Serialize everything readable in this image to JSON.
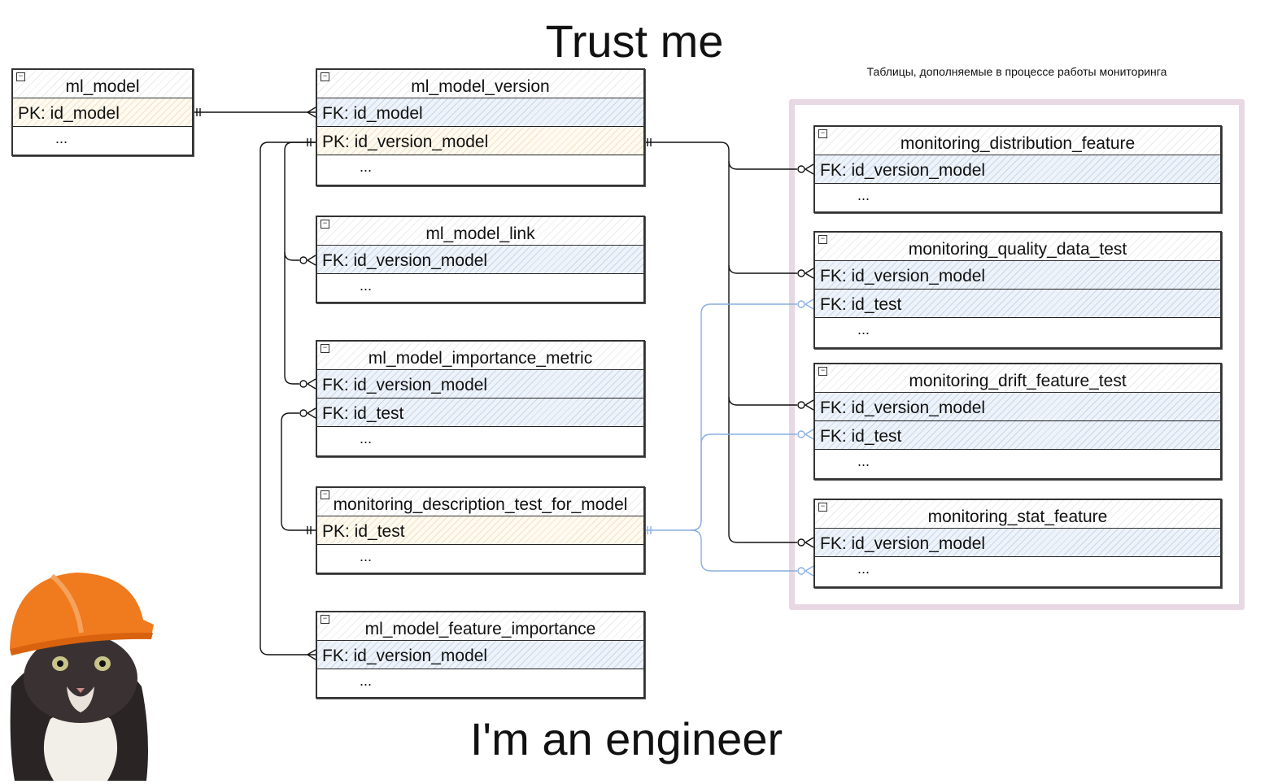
{
  "top_title": "Trust me",
  "bottom_title": "I'm an engineer",
  "group_caption": "Таблицы, дополняемые в процессе работы мониторинга",
  "collapse_glyph": "−",
  "tables": {
    "ml_model": {
      "name": "ml_model",
      "rows": [
        "PK: id_model",
        "..."
      ]
    },
    "ml_model_version": {
      "name": "ml_model_version",
      "rows": [
        "FK: id_model",
        "PK: id_version_model",
        "..."
      ]
    },
    "ml_model_link": {
      "name": "ml_model_link",
      "rows": [
        "FK: id_version_model",
        "..."
      ]
    },
    "ml_model_importance_metric": {
      "name": "ml_model_importance_metric",
      "rows": [
        "FK: id_version_model",
        "FK: id_test",
        "..."
      ]
    },
    "monitoring_description_test_for_model": {
      "name": "monitoring_description_test_for_model",
      "rows": [
        "PK: id_test",
        "..."
      ]
    },
    "ml_model_feature_importance": {
      "name": "ml_model_feature_importance",
      "rows": [
        "FK: id_version_model",
        "..."
      ]
    },
    "monitoring_distribution_feature": {
      "name": "monitoring_distribution_feature",
      "rows": [
        "FK: id_version_model",
        "..."
      ]
    },
    "monitoring_quality_data_test": {
      "name": "monitoring_quality_data_test",
      "rows": [
        "FK: id_version_model",
        "FK: id_test",
        "..."
      ]
    },
    "monitoring_drift_feature_test": {
      "name": "monitoring_drift_feature_test",
      "rows": [
        "FK: id_version_model",
        "FK: id_test",
        "..."
      ]
    },
    "monitoring_stat_feature": {
      "name": "monitoring_stat_feature",
      "rows": [
        "FK: id_version_model",
        "..."
      ]
    }
  },
  "colors": {
    "fk_fill": "#c9d6ea",
    "pk_fill": "#f1e2c6",
    "test_link": "#8aaee0",
    "group_border": "#e8d8e4"
  }
}
